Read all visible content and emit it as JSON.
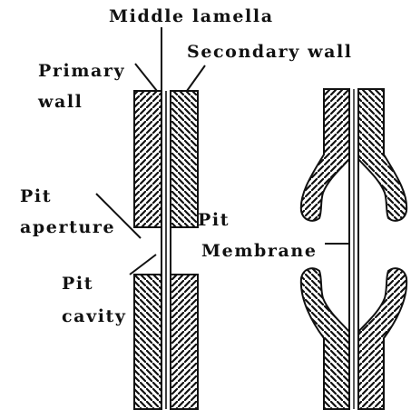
{
  "labels": {
    "middle_lamella": "Middle lamella",
    "secondary_wall": "Secondary wall",
    "primary_wall_1": "Primary",
    "primary_wall_2": "wall",
    "pit_aperture_1": "Pit",
    "pit_aperture_2": "aperture",
    "pit_membrane_1": "Pit",
    "pit_membrane_2": "Membrane",
    "pit_cavity_1": "Pit",
    "pit_cavity_2": "cavity"
  },
  "colors": {
    "ink": "#111111",
    "background": "#ffffff"
  }
}
